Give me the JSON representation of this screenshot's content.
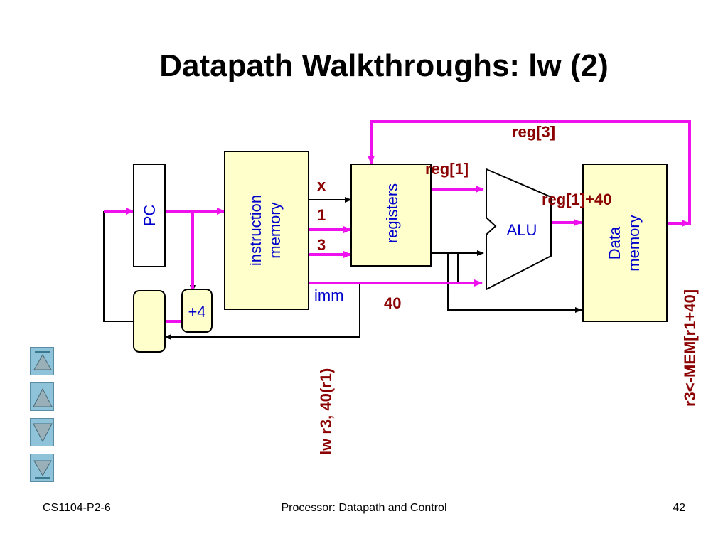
{
  "slide": {
    "title": "Datapath Walkthroughs: lw (2)"
  },
  "diagram": {
    "blocks": {
      "pc": "PC",
      "instruction_memory": [
        "instruction",
        "memory"
      ],
      "registers": "registers",
      "alu": "ALU",
      "data_memory": [
        "Data",
        "memory"
      ],
      "adder": "+4"
    },
    "signals": {
      "x": "x",
      "one": "1",
      "three": "3",
      "imm": "imm",
      "forty": "40",
      "reg1": "reg[1]",
      "reg3": "reg[3]",
      "reg1_plus_40": "reg[1]+40"
    },
    "vertical_labels": {
      "instruction": "lw r3, 40(r1)",
      "result": "r3<-MEM[r1+40]"
    },
    "colors": {
      "active_wire": "#ee11ee",
      "wire": "#000000",
      "block_fill": "#ffffcc",
      "block_text": "#0000cc",
      "label_text": "#8b0000"
    }
  },
  "nav": {
    "buttons": [
      "first-slide-icon",
      "previous-slide-icon",
      "next-slide-icon",
      "last-slide-icon"
    ]
  },
  "footer": {
    "left": "CS1104-P2-6",
    "center": "Processor: Datapath and Control",
    "right": "42"
  }
}
